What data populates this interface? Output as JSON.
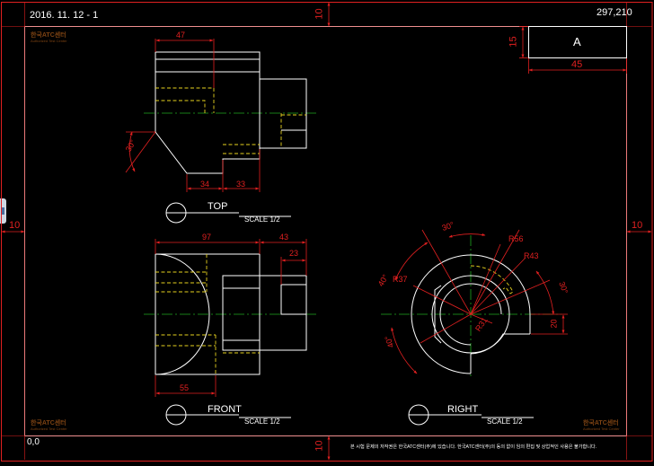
{
  "sheet": {
    "date": "2016. 11. 12 - 1",
    "paper_size": "297,210",
    "origin": "0,0",
    "margin_top": "10",
    "margin_left": "10",
    "margin_right": "10",
    "margin_bottom": "10",
    "title_box_label": "A",
    "title_box_height": "15",
    "title_box_width": "45",
    "copyright": "본 시험 문제의 저작권은 한국ATC센터(주)에 있습니다. 한국ATC센터(주)의 동의 없이 임의 편집 및 상업적인 사용은 불가합니다.",
    "watermark": "한국ATC센터",
    "watermark_sub": "Authorized Test Center"
  },
  "views": {
    "top": {
      "title": "TOP",
      "scale": "SCALE 1/2"
    },
    "front": {
      "title": "FRONT",
      "scale": "SCALE 1/2"
    },
    "right": {
      "title": "RIGHT",
      "scale": "SCALE 1/2"
    }
  },
  "dims": {
    "top_47": "47",
    "top_34": "34",
    "top_33": "33",
    "top_angle": "30°",
    "front_97": "97",
    "front_43": "43",
    "front_23": "23",
    "front_55": "55",
    "right_30a": "30°",
    "right_40a": "40°",
    "right_40b": "40°",
    "right_30b": "30°",
    "right_r56": "R56",
    "right_r43": "R43",
    "right_r37": "R37",
    "right_r31": "R31",
    "right_20": "20"
  },
  "colors": {
    "background": "#000000",
    "object_line": "#ffffff",
    "hidden_line": "#e6d21e",
    "center_line": "#1fa81f",
    "dimension": "#e02020"
  }
}
